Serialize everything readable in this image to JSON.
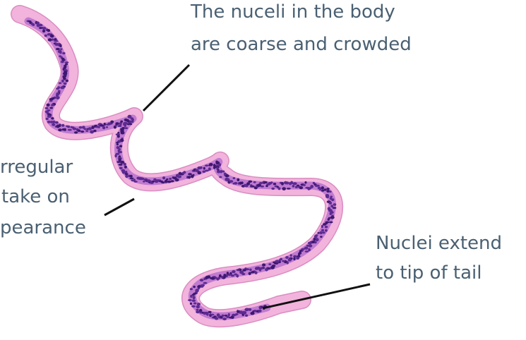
{
  "labels": {
    "body_nuclei": {
      "line1": "The nuceli in the body",
      "line2": "are coarse and crowded"
    },
    "left_partial": {
      "line1": "rregular",
      "line2": "take on",
      "line3": "pearance"
    },
    "tail_nuclei": {
      "line1": "Nuclei extend",
      "line2": "to tip of tail"
    }
  },
  "colors": {
    "sheath": "#f2b3dc",
    "sheath_edge": "#d98dc2",
    "body_core": "#c07ad0",
    "nuclei": "#5c2a90",
    "nuclei_dark": "#3e1870",
    "pointer": "#111111",
    "label_text": "#4a6072"
  }
}
